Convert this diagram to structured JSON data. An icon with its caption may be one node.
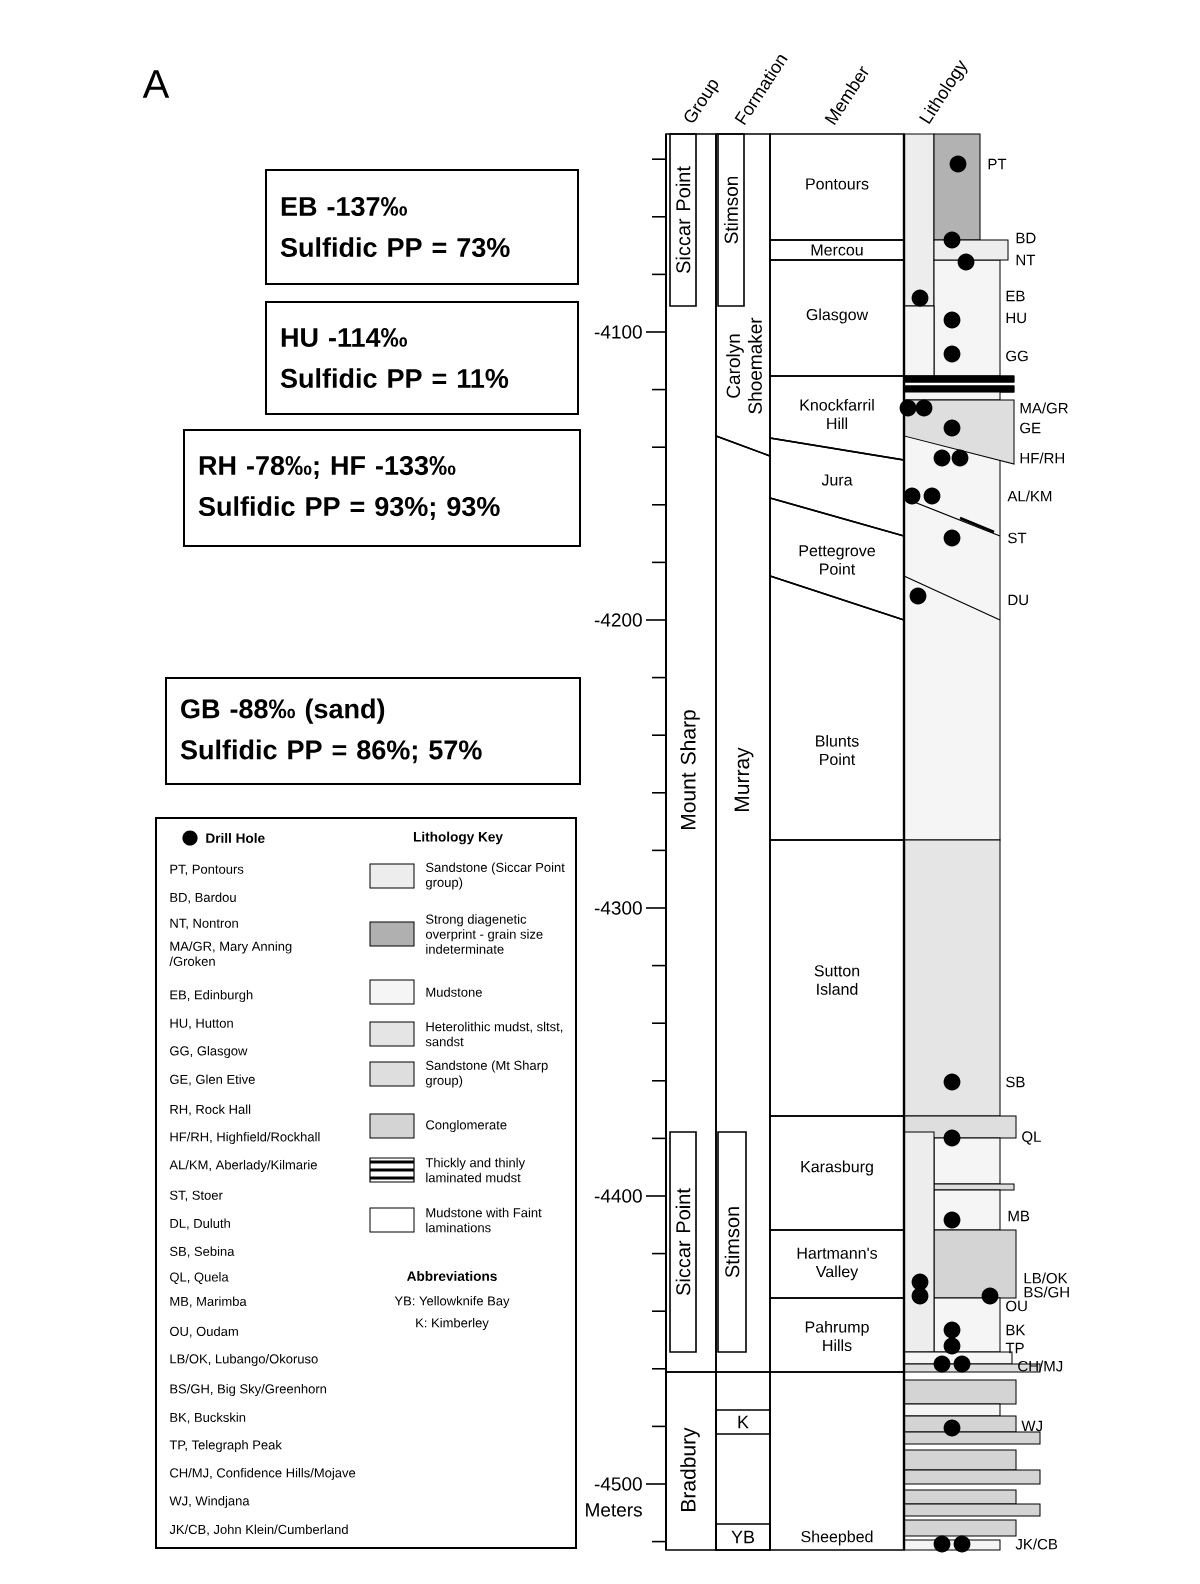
{
  "diagram": {
    "nodes": [
      {
        "text": [
          "EB -137‰",
          "Sulfidic PP = 73%"
        ]
      },
      {
        "text": [
          "HU -114‰",
          "Sulfidic PP = 11%"
        ]
      },
      {
        "text": [
          "RH -78‰; HF -133‰",
          "Sulfidic PP = 93%; 93%"
        ]
      },
      {
        "text": [
          "GB -88‰ (sand)",
          "Sulfidic PP = 86%; 57%"
        ]
      },
      {
        "text": [
          "Mount Sharp"
        ]
      },
      {
        "text": [
          "Siccar Point"
        ],
        "in": 4
      },
      {
        "text": [
          "Siccar Point"
        ],
        "in": 4
      },
      {
        "text": [
          "Bradbury"
        ]
      },
      {
        "text": [
          "Carolyn Shoemaker"
        ]
      },
      {
        "text": [
          "Stimson"
        ],
        "in": 8
      },
      {
        "text": [
          "Murray"
        ]
      },
      {
        "text": [
          "Stimson"
        ],
        "in": 10
      },
      {
        "text": [
          "K"
        ]
      },
      {
        "text": [
          "YB"
        ]
      },
      {
        "text": [
          "Pontours"
        ]
      },
      {
        "text": [
          "Mercou"
        ]
      },
      {
        "text": [
          "Glasgow"
        ]
      },
      {
        "text": [
          "Knockfarril Hill"
        ]
      },
      {
        "text": [
          "Jura"
        ]
      },
      {
        "text": [
          "Pettegrove Point"
        ]
      },
      {
        "text": [
          "Blunts Point"
        ]
      },
      {
        "text": [
          "Sutton Island"
        ]
      },
      {
        "text": [
          "Karasburg"
        ]
      },
      {
        "text": [
          "Hartmann's Valley"
        ]
      },
      {
        "text": [
          "Pahrump Hills"
        ]
      },
      {
        "text": [
          "Sheepbed"
        ]
      }
    ],
    "labels": [
      "A",
      "Group",
      "Formation",
      "Member",
      "Lithology",
      "-4100",
      "-4200",
      "-4300",
      "-4400",
      "-4500",
      "Meters",
      "PT",
      "BD",
      "NT",
      "EB",
      "HU",
      "GG",
      "MA/GR",
      "GE",
      "HF/RH",
      "AL/KM",
      "ST",
      "DU",
      "SB",
      "QL",
      "MB",
      "LB/OK",
      "BS/GH",
      "OU",
      "BK",
      "TP",
      "CH/MJ",
      "WJ",
      "JK/CB",
      "Lithology Key",
      "PT, Pontours",
      "BD, Bardou",
      "NT, Nontron",
      "MA/GR, Mary Anning /Groken",
      "EB, Edinburgh",
      "HU, Hutton",
      "GG, Glasgow",
      "GE, Glen Etive",
      "RH, Rock Hall",
      "HF/RH, Highfield/Rockhall",
      "AL/KM, Aberlady/Kilmarie",
      "ST, Stoer",
      "DL, Duluth",
      "SB, Sebina",
      "QL, Quela",
      "MB, Marimba",
      "OU, Oudam",
      "LB/OK, Lubango/Okoruso",
      "BS/GH, Big Sky/Greenhorn",
      "BK, Buckskin",
      "TP, Telegraph Peak",
      "CH/MJ, Confidence Hills/Mojave",
      "WJ, Windjana",
      "JK/CB, John Klein/Cumberland",
      "Abbreviations",
      "YB: Yellowknife Bay",
      "K: Kimberley"
    ],
    "legend": [
      {
        "text": "Drill Hole"
      },
      {
        "text": "Sandstone (Siccar Point group)"
      },
      {
        "text": "Strong diagenetic overprint - grain size indeterminate",
        "color": "#b0b0b0"
      },
      {
        "text": "Mudstone"
      },
      {
        "text": "Heterolithic mudst, sltst, sandst"
      },
      {
        "text": "Sandstone (Mt Sharp group)"
      },
      {
        "text": "Conglomerate"
      },
      {
        "text": "Thickly and thinly laminated mudst"
      },
      {
        "text": "Mudstone with Faint laminations"
      }
    ]
  }
}
